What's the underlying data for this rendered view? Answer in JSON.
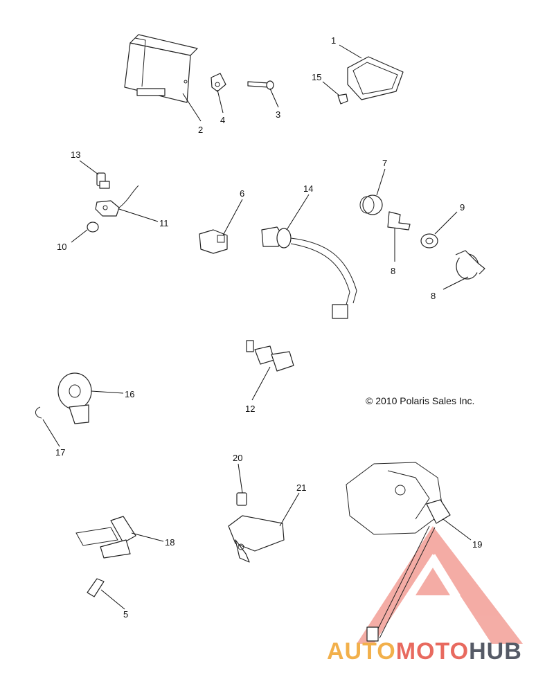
{
  "diagram": {
    "copyright": "© 2010 Polaris Sales Inc.",
    "callouts": [
      "1",
      "2",
      "3",
      "4",
      "5",
      "6",
      "7",
      "8",
      "8",
      "9",
      "10",
      "11",
      "12",
      "13",
      "14",
      "15",
      "16",
      "17",
      "18",
      "19",
      "20",
      "21"
    ]
  },
  "watermark": {
    "brand_part1": "AUTO",
    "brand_part2": "MOTO",
    "brand_part3": "HUB",
    "colors": {
      "auto": "#f2b04b",
      "moto": "#e86a5f",
      "hub": "#555a66",
      "triangle": "#f08a80"
    }
  }
}
